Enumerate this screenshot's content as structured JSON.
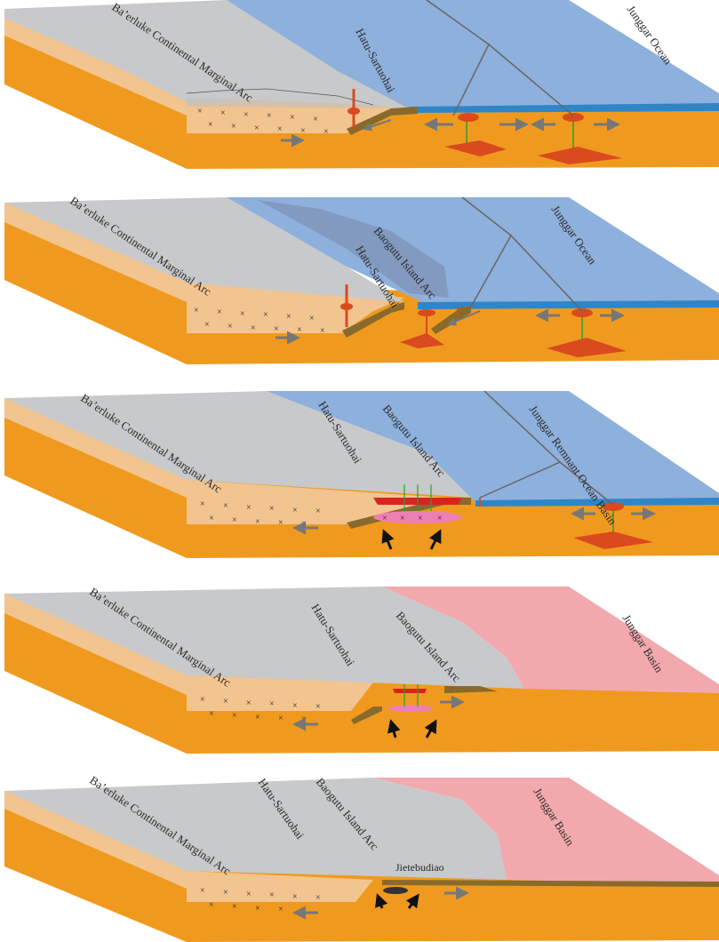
{
  "panels": [
    {
      "id": "stage-1",
      "labels": {
        "continental_arc": "Ba’erluke Continental Marginal Arc",
        "hatu": "Hatu-Sartuohai",
        "ocean": "Junggar Ocean"
      }
    },
    {
      "id": "stage-2",
      "labels": {
        "continental_arc": "Ba’erluke Continental Marginal Arc",
        "island_arc": "Baogutu Island Arc",
        "hatu": "Hatu-Sartuohai",
        "ocean": "Junggar Ocean"
      }
    },
    {
      "id": "stage-3",
      "labels": {
        "continental_arc": "Ba’erluke Continental Marginal Arc",
        "hatu": "Hatu-Sartuohai",
        "island_arc": "Baogutu Island Arc",
        "ocean": "Junggar Remnant Ocean Basin"
      }
    },
    {
      "id": "stage-4",
      "labels": {
        "continental_arc": "Ba’erluke Continental Marginal Arc",
        "hatu": "Hatu-Sartuohai",
        "island_arc": "Baogutu Island Arc",
        "basin": "Junggar Basin"
      }
    },
    {
      "id": "stage-5",
      "labels": {
        "continental_arc": "Ba’erluke Continental Marginal Arc",
        "hatu": "Hatu-Sartuohai",
        "island_arc": "Baogutu Island Arc",
        "basin": "Junggar Basin",
        "jietebudiao": "Jietebudiao"
      }
    }
  ],
  "colors": {
    "land": "#c8c9ca",
    "ocean": "#8eb0dc",
    "ocean_edge": "#2e86c8",
    "crust_light": "#f2c48f",
    "mantle": "#ef9a1f",
    "mantle_side": "#e0890f",
    "magma": "#d94a1e",
    "basin": "#f2a9ad",
    "pluton": "#ee7fb5",
    "feeder": "#2ca02c"
  }
}
